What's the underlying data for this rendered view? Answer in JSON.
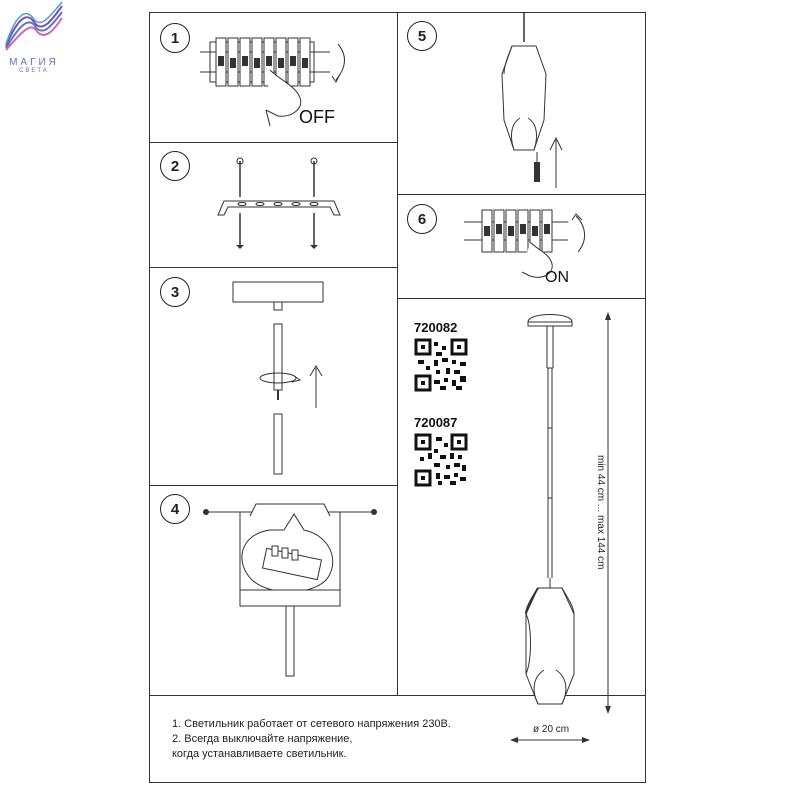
{
  "brand": {
    "line1": "МАГИЯ",
    "line2": "СВЕТА"
  },
  "steps": [
    {
      "num": "1",
      "label": "OFF"
    },
    {
      "num": "2"
    },
    {
      "num": "3"
    },
    {
      "num": "4"
    },
    {
      "num": "5"
    },
    {
      "num": "6",
      "label": "ON"
    }
  ],
  "product_codes": [
    "720082",
    "720087"
  ],
  "dimensions": {
    "height": "min 44 cm ... max 144 cm",
    "diameter": "ø 20 cm"
  },
  "notes": [
    "1. Светильник работает от сетевого напряжения 230В.",
    "2. Всегда выключайте напряжение,",
    "когда устанавливаете светильник."
  ],
  "colors": {
    "line": "#333333",
    "brand": "#6b6fb8"
  }
}
